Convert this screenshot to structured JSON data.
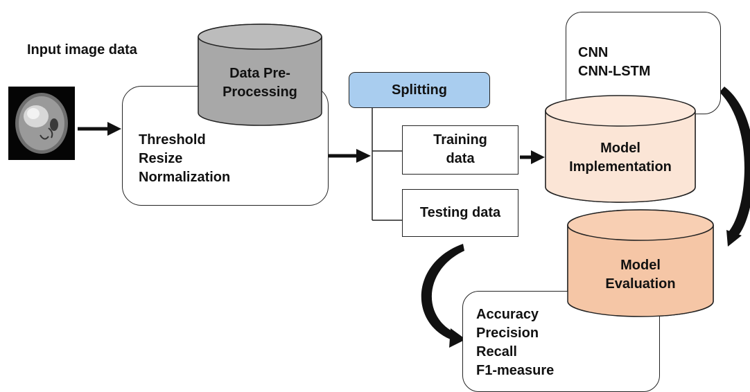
{
  "input": {
    "title": "Input image data"
  },
  "preprocess": {
    "cylinder_label": "Data Pre-Processing",
    "cylinder_lines": [
      "Data Pre-",
      "Processing"
    ],
    "steps": [
      "Threshold",
      "Resize",
      "Normalization"
    ]
  },
  "splitting": {
    "label": "Splitting"
  },
  "training": {
    "lines": [
      "Training",
      "data"
    ]
  },
  "testing": {
    "label": "Testing data"
  },
  "models": {
    "items": [
      "CNN",
      "CNN-LSTM"
    ]
  },
  "implementation": {
    "lines": [
      "Model",
      "Implementation"
    ]
  },
  "evaluation": {
    "lines": [
      "Model",
      "Evaluation"
    ]
  },
  "metrics": {
    "items": [
      "Accuracy",
      "Precision",
      "Recall",
      "F1-measure"
    ]
  },
  "colors": {
    "preprocess_fill": "#a8a8a8",
    "splitting_fill": "#a9cdef",
    "implementation_fill": "#fbe5d6",
    "evaluation_fill": "#f5c6a6",
    "stroke": "#222222"
  }
}
